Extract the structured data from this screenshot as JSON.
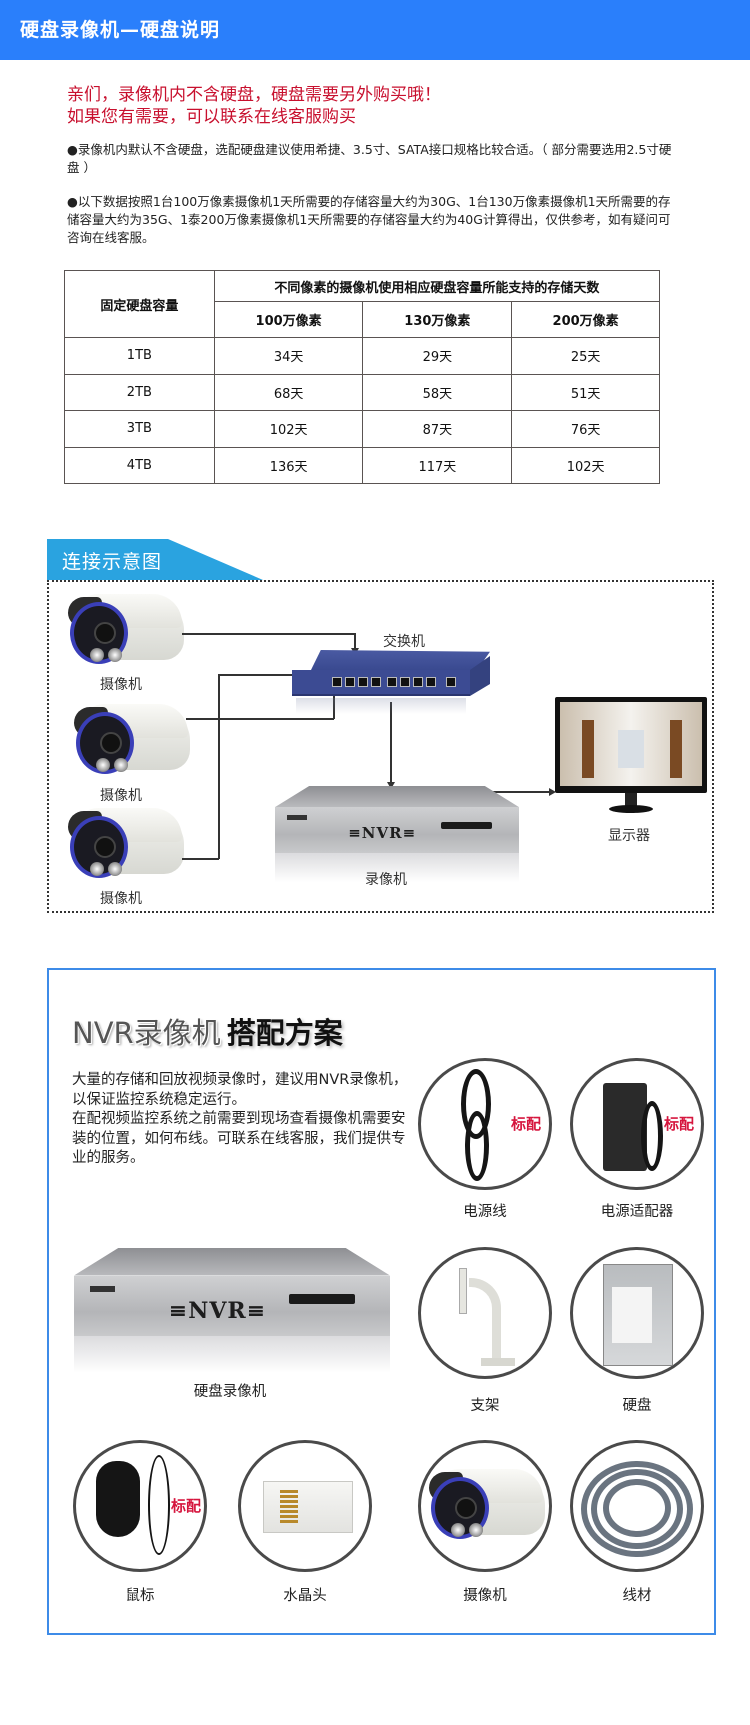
{
  "header": {
    "title": "硬盘录像机—硬盘说明"
  },
  "notice": {
    "line1": "亲们，录像机内不含硬盘，硬盘需要另外购买哦！",
    "line2": "如果您有需要，可以联系在线客服购买",
    "color": "#c8102e"
  },
  "paragraphs": [
    "●录像机内默认不含硬盘，选配硬盘建议使用希捷、3.5寸、SATA接口规格比较合适。（ 部分需要选用2.5寸硬盘 ）",
    "●以下数据按照1台100万像素摄像机1天所需要的存储容量大约为30G、1台130万像素摄像机1天所需要的存储容量大约为35G、1泰200万像素摄像机1天所需要的存储容量大约为40G计算得出，仅供参考，如有疑问可咨询在线客服。"
  ],
  "table": {
    "row_header": "固定硬盘容量",
    "group_header": "不同像素的摄像机使用相应硬盘容量所能支持的存储天数",
    "columns": [
      "100万像素",
      "130万像素",
      "200万像素"
    ],
    "rows": [
      {
        "capacity": "1TB",
        "values": [
          "34天",
          "29天",
          "25天"
        ]
      },
      {
        "capacity": "2TB",
        "values": [
          "68天",
          "58天",
          "51天"
        ]
      },
      {
        "capacity": "3TB",
        "values": [
          "102天",
          "87天",
          "76天"
        ]
      },
      {
        "capacity": "4TB",
        "values": [
          "136天",
          "117天",
          "102天"
        ]
      }
    ]
  },
  "diagram": {
    "tab_label": "连接示意图",
    "tab_color": "#2aa3e0",
    "cameras": [
      "摄像机",
      "摄像机",
      "摄像机"
    ],
    "switch_label": "交换机",
    "nvr_label": "录像机",
    "nvr_logo": "≡NVR≡",
    "monitor_label": "显示器"
  },
  "plan": {
    "title_part1": "NVR录像机",
    "title_part2": "搭配方案",
    "desc_line1": "大量的存储和回放视频录像时，建议用NVR录像机，以保证监控系统稳定运行。",
    "desc_line2": "在配视频监控系统之前需要到现场查看摄像机需要安装的位置，如何布线。可联系在线客服，我们提供专业的服务。",
    "main_device_label": "硬盘录像机",
    "nvr_logo": "≡NVR≡",
    "standard_tag": "标配",
    "items": [
      {
        "label": "电源线",
        "standard": true
      },
      {
        "label": "电源适配器",
        "standard": true
      },
      {
        "label": "支架",
        "standard": false
      },
      {
        "label": "硬盘",
        "standard": false
      },
      {
        "label": "鼠标",
        "standard": true
      },
      {
        "label": "水晶头",
        "standard": false
      },
      {
        "label": "摄像机",
        "standard": false
      },
      {
        "label": "线材",
        "standard": false
      }
    ],
    "border_color": "#3d8be8"
  }
}
